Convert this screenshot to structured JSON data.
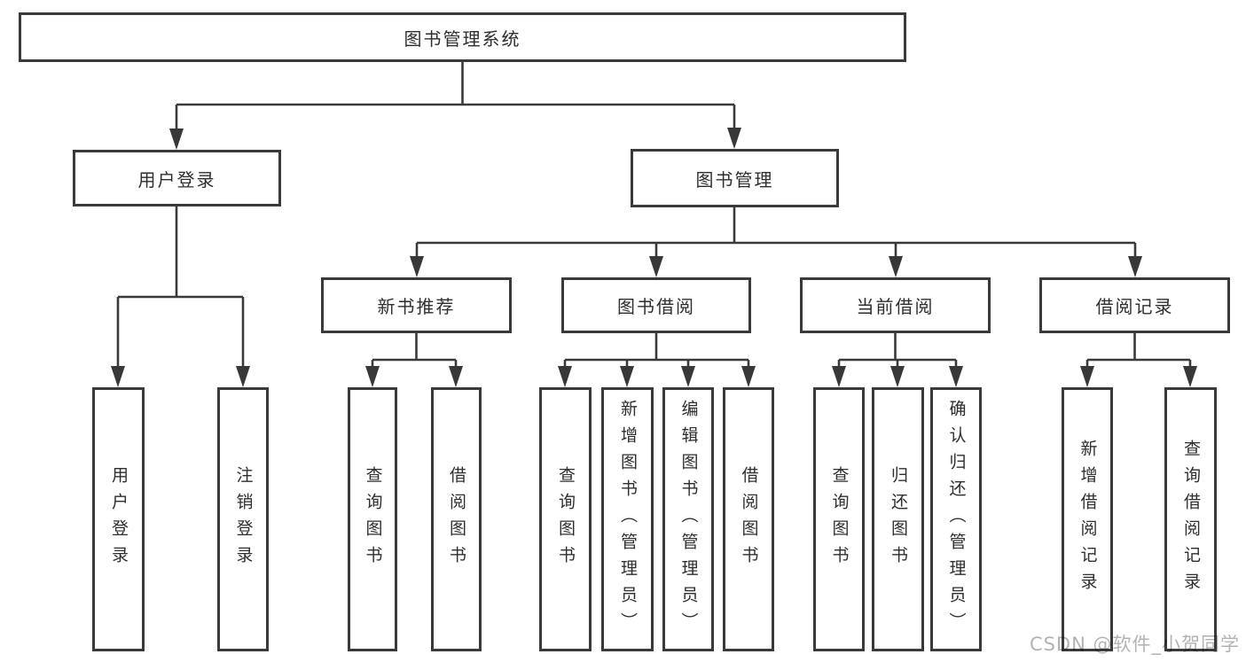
{
  "diagram": {
    "root": {
      "label": "图书管理系统"
    },
    "level2": [
      {
        "label": "用户登录"
      },
      {
        "label": "图书管理"
      }
    ],
    "level3": [
      {
        "label": "新书推荐",
        "parent": "图书管理"
      },
      {
        "label": "图书借阅",
        "parent": "图书管理"
      },
      {
        "label": "当前借阅",
        "parent": "图书管理"
      },
      {
        "label": "借阅记录",
        "parent": "图书管理"
      }
    ],
    "leaves": [
      {
        "label": "用户登录",
        "parent": "用户登录"
      },
      {
        "label": "注销登录",
        "parent": "用户登录"
      },
      {
        "label": "查询图书",
        "parent": "新书推荐"
      },
      {
        "label": "借阅图书",
        "parent": "新书推荐"
      },
      {
        "label": "查询图书",
        "parent": "图书借阅"
      },
      {
        "label": "新增图书（管理员）",
        "parent": "图书借阅"
      },
      {
        "label": "编辑图书（管理员）",
        "parent": "图书借阅"
      },
      {
        "label": "借阅图书",
        "parent": "图书借阅"
      },
      {
        "label": "查询图书",
        "parent": "当前借阅"
      },
      {
        "label": "归还图书",
        "parent": "当前借阅"
      },
      {
        "label": "确认归还（管理员）",
        "parent": "当前借阅"
      },
      {
        "label": "新增借阅记录",
        "parent": "借阅记录"
      },
      {
        "label": "查询借阅记录",
        "parent": "借阅记录"
      }
    ]
  },
  "watermark": "CSDN @软件_小贺同学",
  "colors": {
    "line": "#3a3a3a",
    "text": "#2e2e2e",
    "background": "#ffffff",
    "watermark_text": "#b3b3b3"
  }
}
